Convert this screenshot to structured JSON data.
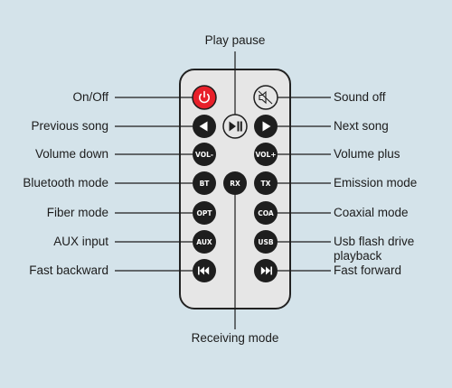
{
  "labels": {
    "play_pause": "Play pause",
    "on_off": "On/Off",
    "sound_off": "Sound off",
    "previous_song": "Previous song",
    "next_song": "Next song",
    "volume_down": "Volume down",
    "volume_plus": "Volume plus",
    "bluetooth_mode": "Bluetooth mode",
    "emission_mode": "Emission mode",
    "fiber_mode": "Fiber mode",
    "coaxial_mode": "Coaxial mode",
    "aux_input": "AUX input",
    "usb_line1": "Usb flash drive",
    "usb_line2": "playback",
    "fast_backward": "Fast backward",
    "fast_forward": "Fast forward",
    "receiving_mode": "Receiving mode"
  },
  "buttons": {
    "vol_minus": "VOL-",
    "vol_plus": "VOL+",
    "bt": "BT",
    "rx": "RX",
    "tx": "TX",
    "opt": "OPT",
    "coa": "COA",
    "aux": "AUX",
    "usb": "USB"
  },
  "colors": {
    "background": "#d4e3ea",
    "remote_body": "#e6e6e6",
    "button": "#1e1e1e",
    "power_button": "#e8202a"
  },
  "icons": [
    "power-icon",
    "mute-icon",
    "previous-icon",
    "play-pause-icon",
    "next-icon",
    "fast-backward-icon",
    "fast-forward-icon"
  ]
}
